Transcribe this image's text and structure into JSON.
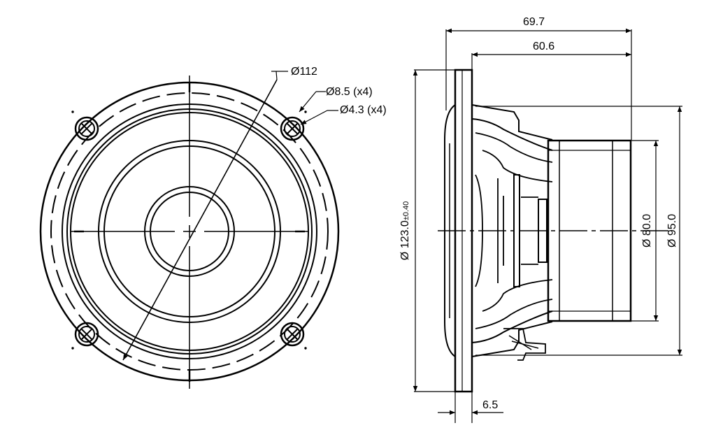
{
  "drawing": {
    "line_color": "#000000",
    "background_color": "#ffffff"
  },
  "front_view": {
    "bolt_circle_label": "Ø112",
    "mount_hole_label": "Ø8.5 (x4)",
    "screw_hole_label": "Ø4.3 (x4)"
  },
  "side_view": {
    "overall_depth_label": "69.7",
    "body_depth_label": "60.6",
    "flange_diameter_main": "Ø 123.0",
    "flange_diameter_tolerance": "±0.40",
    "magnet_diameter_label": "Ø 80.0",
    "frame_diameter_label": "Ø 95.0",
    "flange_thickness_label": "6.5"
  }
}
